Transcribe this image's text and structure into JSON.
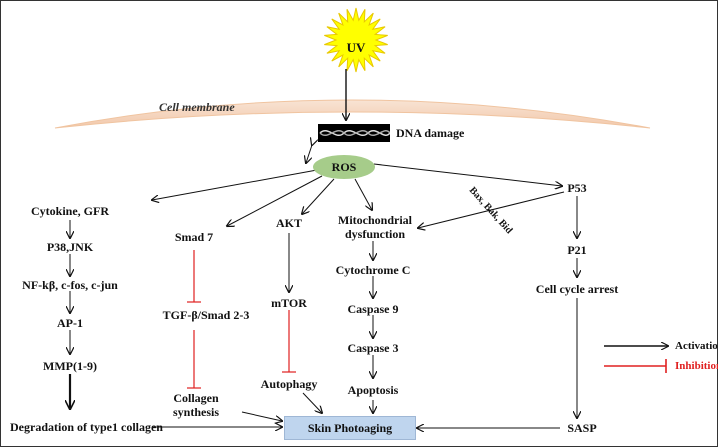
{
  "stimulus": "UV",
  "membrane_label": "Cell membrane",
  "dna_label": "DNA damage",
  "ros_label": "ROS",
  "left_branch": [
    "Cytokine, GFR",
    "P38,JNK",
    "NF-kβ, c-fos, c-jun",
    "AP-1",
    "MMP(1-9)"
  ],
  "left_outcome": "Degradation of type1 collagen",
  "smad_branch": [
    "Smad 7",
    "TGF-β/Smad 2-3"
  ],
  "smad_outcome": [
    "Collagen",
    "synthesis"
  ],
  "akt_branch": [
    "AKT",
    "mTOR",
    "Autophagy"
  ],
  "mito_branch": [
    "Mitochondrial",
    "dysfunction",
    "Cytochrome C",
    "Caspase 9",
    "Caspase 3",
    "Apoptosis"
  ],
  "p53_branch": [
    "P53",
    "P21",
    "Cell cycle arrest",
    "SASP"
  ],
  "bax_label": "Bax, Bak, Bid",
  "outcome": "Skin Photoaging",
  "legend": {
    "activation": "Activation",
    "inhibition": "Inhibition",
    "activation_color": "#111111",
    "inhibition_color": "#e02020"
  }
}
